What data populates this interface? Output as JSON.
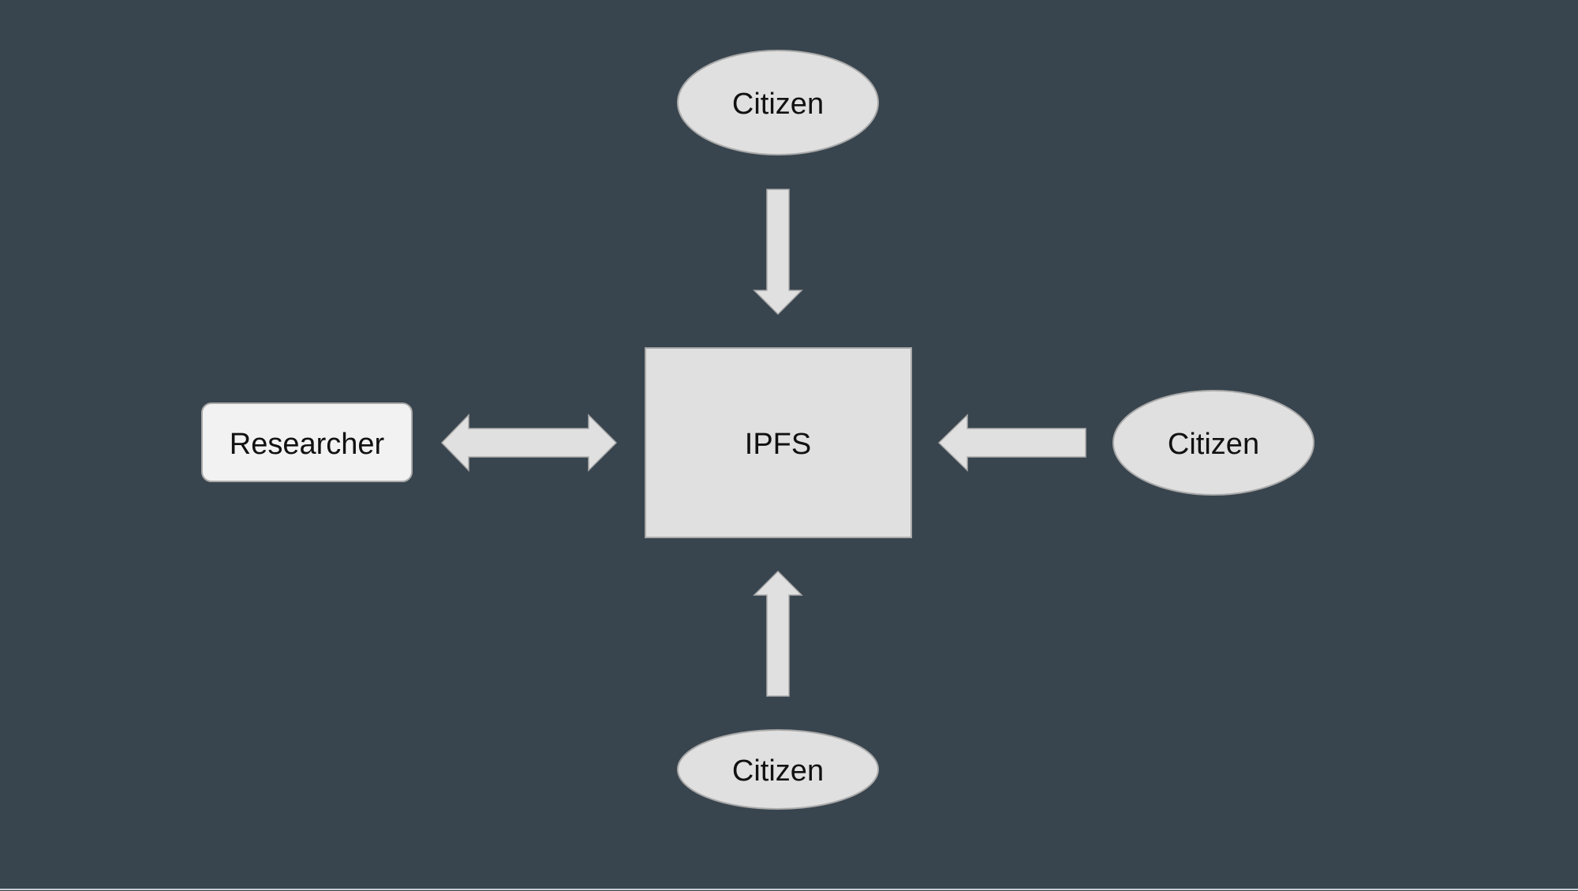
{
  "diagram": {
    "background_color": "#39454e",
    "shape_fill": "#e0e0e0",
    "shape_stroke": "#aaaaaa",
    "researcher_fill": "#f2f2f2",
    "nodes": {
      "hub": {
        "label": "IPFS",
        "shape": "rectangle"
      },
      "researcher": {
        "label": "Researcher",
        "shape": "rounded-rectangle"
      },
      "citizen_top": {
        "label": "Citizen",
        "shape": "ellipse"
      },
      "citizen_right": {
        "label": "Citizen",
        "shape": "ellipse"
      },
      "citizen_bottom": {
        "label": "Citizen",
        "shape": "ellipse"
      }
    },
    "edges": [
      {
        "from": "citizen_top",
        "to": "hub",
        "direction": "one-way"
      },
      {
        "from": "citizen_right",
        "to": "hub",
        "direction": "one-way"
      },
      {
        "from": "citizen_bottom",
        "to": "hub",
        "direction": "one-way"
      },
      {
        "from": "researcher",
        "to": "hub",
        "direction": "two-way"
      }
    ]
  }
}
